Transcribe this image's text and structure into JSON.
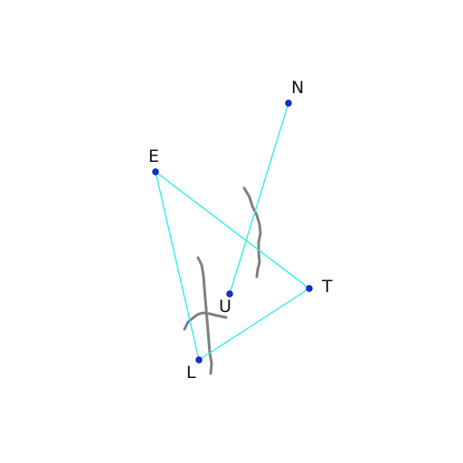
{
  "diagram": {
    "points": [
      {
        "id": "N",
        "label": "N"
      },
      {
        "id": "E",
        "label": "E"
      },
      {
        "id": "U",
        "label": "U"
      },
      {
        "id": "T",
        "label": "T"
      },
      {
        "id": "L",
        "label": "L"
      }
    ],
    "segments": [
      {
        "from": "E",
        "to": "T"
      },
      {
        "from": "T",
        "to": "L"
      },
      {
        "from": "L",
        "to": "E"
      },
      {
        "from": "U",
        "to": "N"
      }
    ],
    "colors": {
      "segment": "#22eeee",
      "point_fill": "#1030ee",
      "point_stroke": "#0a1a80",
      "scribble": "#808080",
      "label": "#111111"
    }
  }
}
